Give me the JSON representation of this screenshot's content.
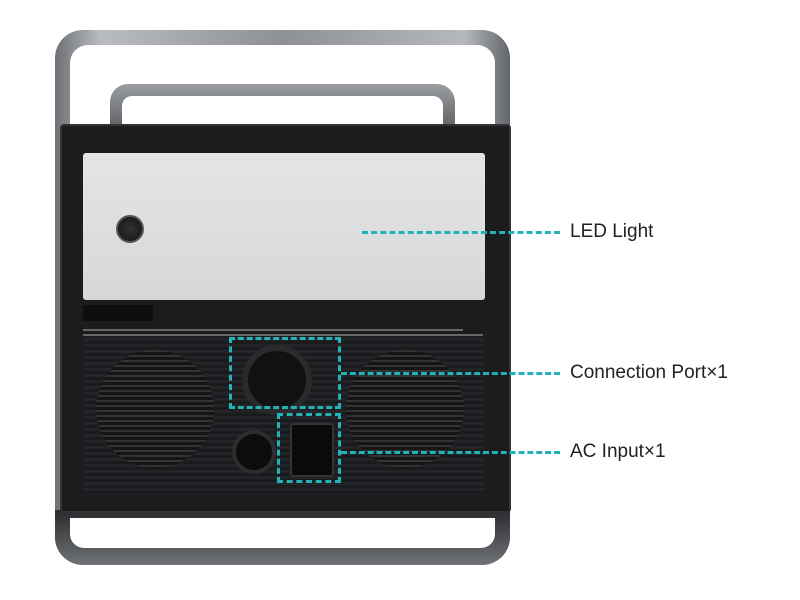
{
  "callouts": [
    {
      "label": "LED Light"
    },
    {
      "label": "Connection Port×1"
    },
    {
      "label": "AC Input×1"
    }
  ],
  "colors": {
    "accent": "#21b3b8",
    "body": "#1b1c1e",
    "frame": "#9a9da1"
  }
}
